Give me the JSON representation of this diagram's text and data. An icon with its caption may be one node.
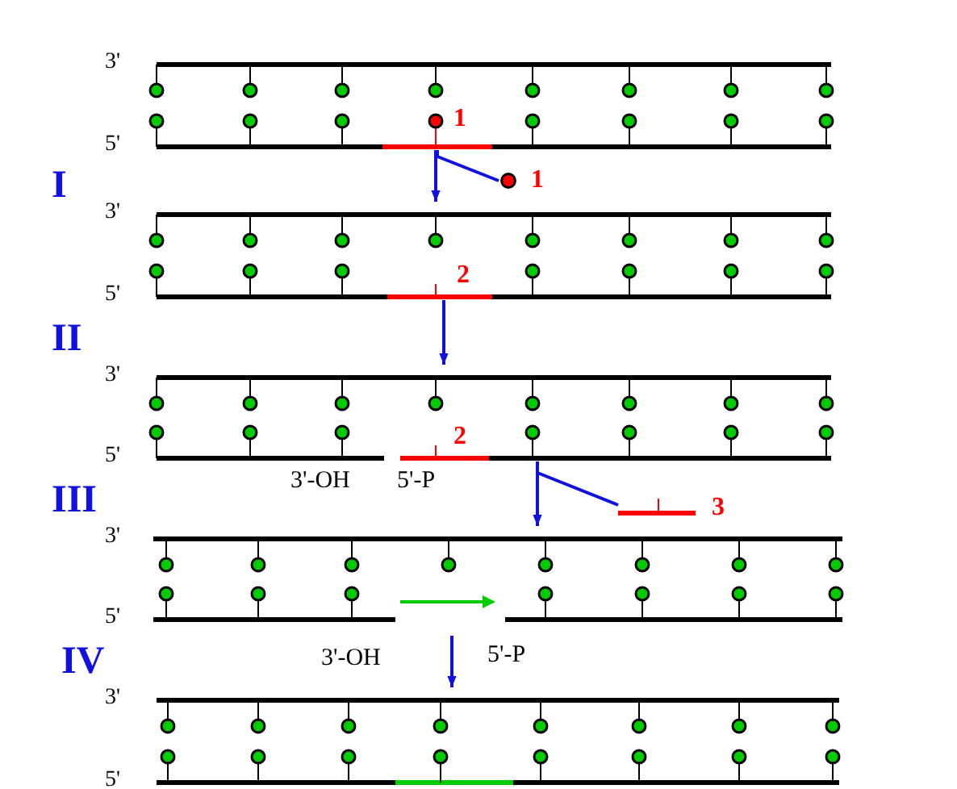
{
  "diagram": {
    "nodes": [
      {
        "text": [],
        "shape": "ladder",
        "beside": [
          "3'",
          "5'"
        ]
      },
      {
        "text": [],
        "shape": "circle",
        "beside": [
          "1"
        ]
      },
      {
        "text": [],
        "shape": "ladder",
        "beside": [
          "3'",
          "5'"
        ]
      },
      {
        "text": [],
        "shape": "ladder",
        "beside": [
          "3'",
          "5'"
        ]
      },
      {
        "text": [],
        "shape": "bar",
        "beside": [
          "3"
        ]
      },
      {
        "text": [],
        "shape": "ladder",
        "beside": [
          "3'",
          "5'"
        ]
      },
      {
        "text": [],
        "shape": "ladder",
        "beside": [
          "3'",
          "5'"
        ]
      }
    ],
    "edges": [
      {
        "from": 0,
        "to": 2,
        "arrow": "to"
      },
      {
        "from": 0,
        "to": 1,
        "arrow": "none"
      },
      {
        "from": 2,
        "to": 3,
        "arrow": "to"
      },
      {
        "from": 3,
        "to": 5,
        "arrow": "to"
      },
      {
        "from": 3,
        "to": 4,
        "arrow": "none"
      },
      {
        "from": 5,
        "to": 6,
        "arrow": "to"
      }
    ],
    "labels": [
      "1",
      "I",
      "2",
      "II",
      "2",
      "3'-OH",
      "5'-P",
      "III",
      "3'-OH",
      "5'-P",
      "IV"
    ]
  }
}
